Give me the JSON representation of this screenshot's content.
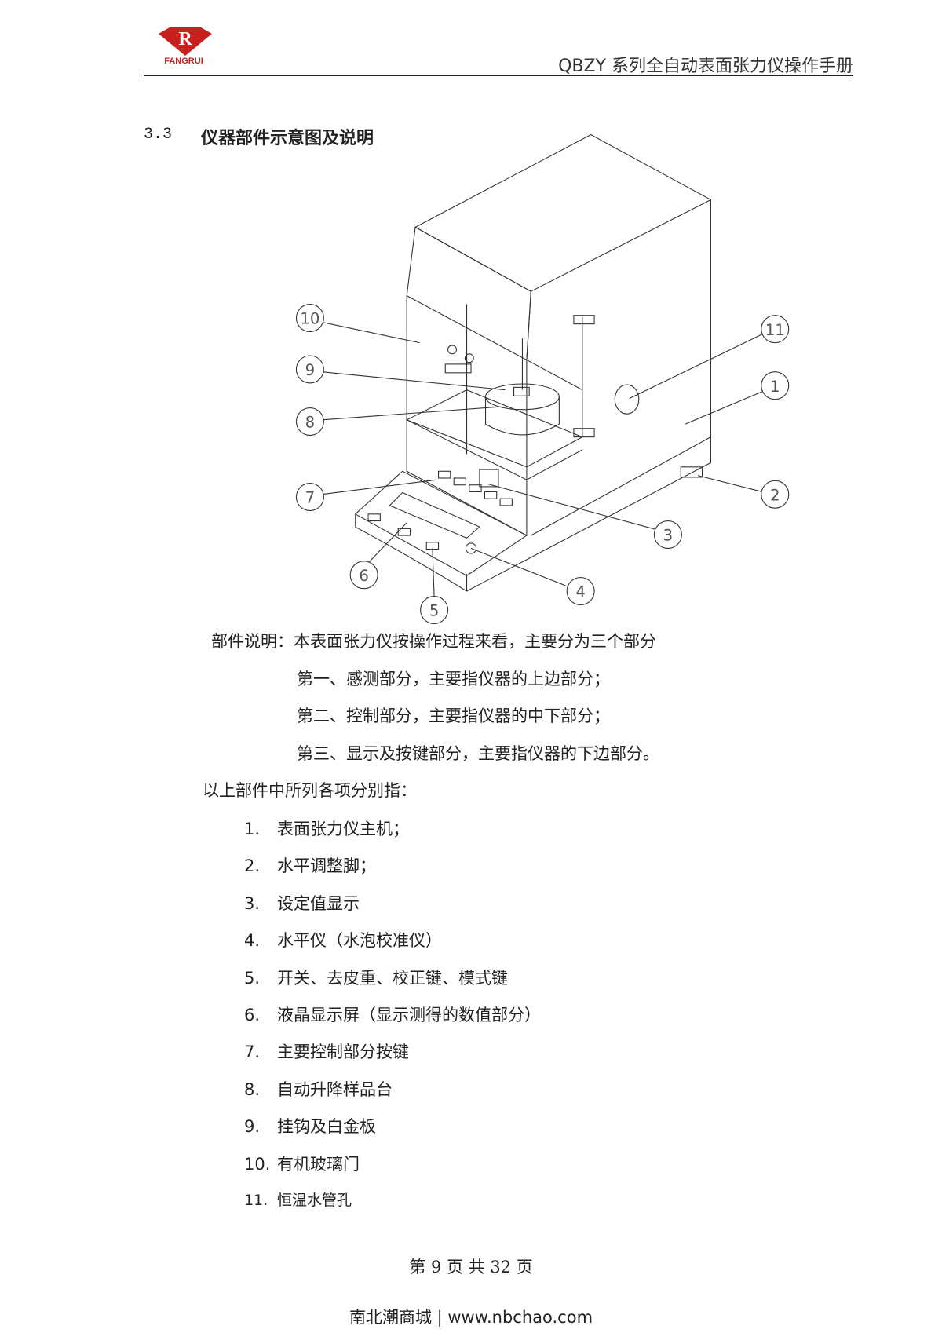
{
  "header": {
    "logo_text": "FANGRUI",
    "title": "QBZY 系列全自动表面张力仪操作手册",
    "brand_color": "#c8201e"
  },
  "section": {
    "number": "3.3",
    "title": "仪器部件示意图及说明"
  },
  "diagram": {
    "callouts": [
      "1",
      "2",
      "3",
      "4",
      "5",
      "6",
      "7",
      "8",
      "9",
      "10",
      "11"
    ]
  },
  "description": {
    "intro": "部件说明：本表面张力仪按操作过程来看，主要分为三个部分",
    "parts": [
      "第一、感测部分，主要指仪器的上边部分；",
      "第二、控制部分，主要指仪器的中下部分；",
      "第三、显示及按键部分，主要指仪器的下边部分。"
    ],
    "list_intro": "以上部件中所列各项分别指：",
    "items": [
      {
        "num": "1.",
        "text": "表面张力仪主机；"
      },
      {
        "num": "2.",
        "text": "水平调整脚；"
      },
      {
        "num": "3.",
        "text": "设定值显示"
      },
      {
        "num": "4.",
        "text": "水平仪（水泡校准仪）"
      },
      {
        "num": "5.",
        "text": "开关、去皮重、校正键、模式键"
      },
      {
        "num": "6.",
        "text": "液晶显示屏（显示测得的数值部分）"
      },
      {
        "num": "7.",
        "text": "主要控制部分按键"
      },
      {
        "num": "8.",
        "text": "自动升降样品台"
      },
      {
        "num": "9.",
        "text": "挂钩及白金板"
      },
      {
        "num": "10.",
        "text": "有机玻璃门"
      },
      {
        "num": "11.",
        "text": "恒温水管孔"
      }
    ]
  },
  "footer": {
    "page_label": "第  9 页  共  32 页",
    "site": "南北潮商城 | www.nbchao.com"
  }
}
